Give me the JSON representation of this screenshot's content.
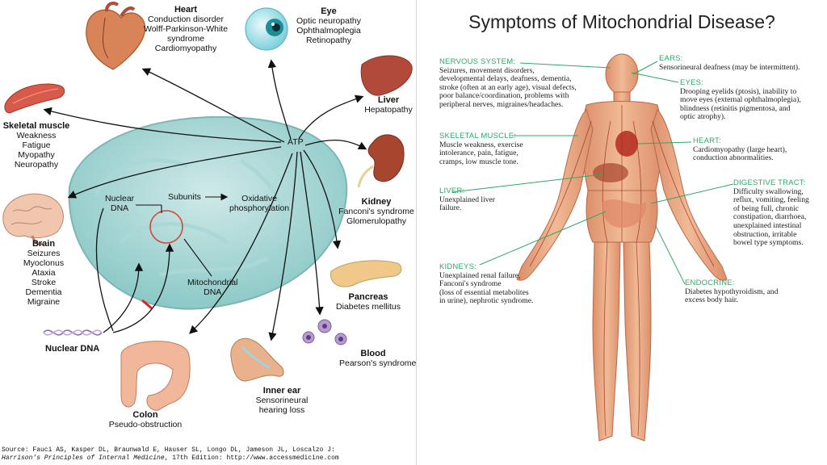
{
  "left_panel": {
    "atp": "ATP",
    "nuclear_dna_inner": "Nuclear\nDNA",
    "subunits": "Subunits",
    "oxidative": "Oxidative\nphosphorylation",
    "mito_dna": "Mitochondrial\nDNA",
    "nuclear_dna": "Nuclear DNA",
    "organs": {
      "heart": {
        "title": "Heart",
        "items": [
          "Conduction disorder",
          "Wolff-Parkinson-White",
          "syndrome",
          "Cardiomyopathy"
        ]
      },
      "eye": {
        "title": "Eye",
        "items": [
          "Optic neuropathy",
          "Ophthalmoplegia",
          "Retinopathy"
        ]
      },
      "liver": {
        "title": "Liver",
        "items": [
          "Hepatopathy"
        ]
      },
      "kidney": {
        "title": "Kidney",
        "items": [
          "Fanconi's syndrome",
          "Glomerulopathy"
        ]
      },
      "pancreas": {
        "title": "Pancreas",
        "items": [
          "Diabetes mellitus"
        ]
      },
      "blood": {
        "title": "Blood",
        "items": [
          "Pearson's syndrome"
        ]
      },
      "inner_ear": {
        "title": "Inner ear",
        "items": [
          "Sensorineural",
          "hearing loss"
        ]
      },
      "colon": {
        "title": "Colon",
        "items": [
          "Pseudo-obstruction"
        ]
      },
      "brain": {
        "title": "Brain",
        "items": [
          "Seizures",
          "Myoclonus",
          "Ataxia",
          "Stroke",
          "Dementia",
          "Migraine"
        ]
      },
      "skeletal": {
        "title": "Skeletal muscle",
        "items": [
          "Weakness",
          "Fatigue",
          "Myopathy",
          "Neuropathy"
        ]
      }
    },
    "source": {
      "line1": "Source: Fauci AS, Kasper DL, Braunwald E, Hauser SL, Longo DL, Jameson JL, Loscalzo J:",
      "line2_italic": "Harrison's Principles of Internal Medicine",
      "line2_rest": ", 17th Edition: http://www.accessmedicine.com"
    }
  },
  "right_panel": {
    "title": "Symptoms of Mitochondrial Disease?",
    "accent_color": "#2fa86a",
    "sections": {
      "nervous": {
        "heading": "NERVOUS SYSTEM:",
        "lines": [
          "Seizures, movement disorders,",
          "developmental delays, deafness, dementia,",
          "stroke (often at an early age), visual defects,",
          "poor balance/coordination, problems with",
          "peripheral nerves, migraines/headaches."
        ]
      },
      "skeletal": {
        "heading": "SKELETAL MUSCLE:",
        "lines": [
          "Muscle weakness, exercise",
          "intolerance, pain, fatigue,",
          "cramps, low muscle tone."
        ]
      },
      "liver": {
        "heading": "LIVER:",
        "lines": [
          "Unexplained liver",
          "failure."
        ]
      },
      "kidneys": {
        "heading": "KIDNEYS:",
        "lines": [
          "Unexplained renal failure,",
          "Fanconi's syndrome",
          "(loss of essential metabolites",
          "in urine), nephrotic syndrome."
        ]
      },
      "ears": {
        "heading": "EARS:",
        "lines": [
          "Sensorineural deafness (may be intermittent)."
        ]
      },
      "eyes": {
        "heading": "EYES:",
        "lines": [
          "Drooping eyelids (ptosis), inability to",
          "move eyes (external ophthalmoplegia),",
          "blindness (retinitis pigmentosa, and",
          "optic atrophy)."
        ]
      },
      "heart": {
        "heading": "HEART:",
        "lines": [
          "Cardiomyopathy (large heart),",
          "conduction abnormalities."
        ]
      },
      "digestive": {
        "heading": "DIGESTIVE TRACT:",
        "lines": [
          "Difficulty swallowing,",
          "reflux, vomiting, feeling",
          "of being full, chronic",
          "constipation, diarrhoea,",
          "unexplained intestinal",
          "obstruction, irritable",
          "bowel type symptoms."
        ]
      },
      "endocrine": {
        "heading": "ENDOCRINE:",
        "lines": [
          "Diabetes hypothyroidism, and",
          "excess body hair."
        ]
      }
    }
  }
}
